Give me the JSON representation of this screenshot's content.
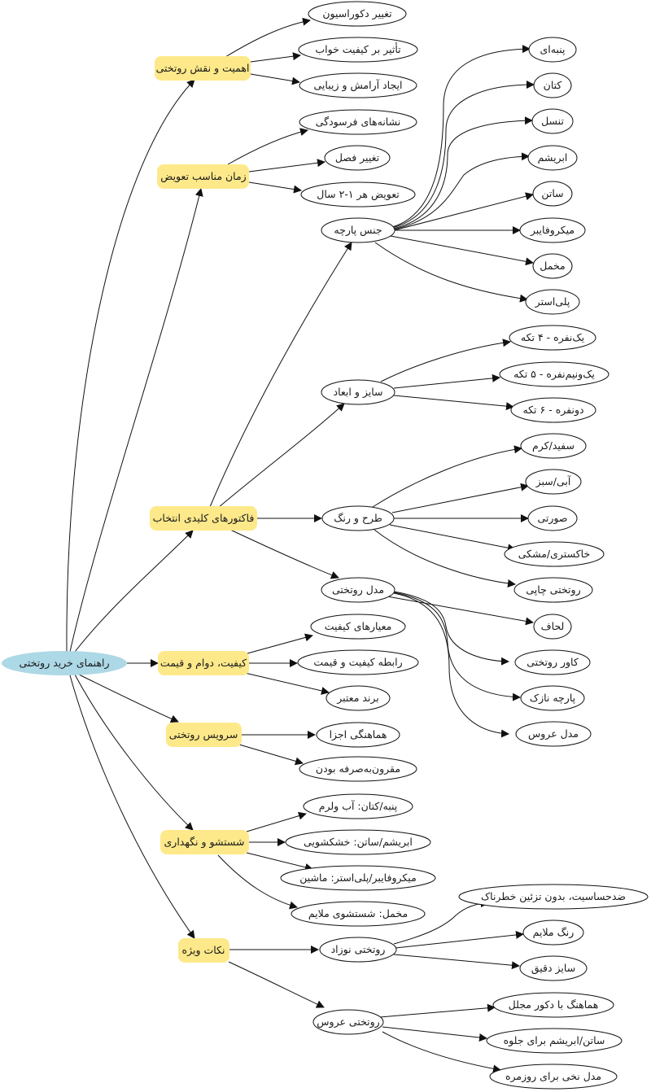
{
  "colors": {
    "root_fill": "#add8e6",
    "category_fill": "#fde98a",
    "leaf_fill": "#ffffff",
    "stroke": "#111111",
    "text": "#1a1a1a"
  },
  "root": {
    "label": "راهنمای خرید روتختی"
  },
  "categories": {
    "importance": {
      "label": "اهمیت و نقش روتختی"
    },
    "replace_time": {
      "label": "زمان مناسب تعویض"
    },
    "key_factors": {
      "label": "فاکتورهای کلیدی انتخاب"
    },
    "quality": {
      "label": "کیفیت، دوام و قیمت"
    },
    "service": {
      "label": "سرویس روتختی"
    },
    "washing": {
      "label": "شستشو و نگهداری"
    },
    "tips": {
      "label": "نکات ویژه"
    }
  },
  "nodes": {
    "decor_change": "تغییر دکوراسیون",
    "sleep_quality": "تأثیر بر کیفیت خواب",
    "calm_beauty": "ایجاد آرامش و زیبایی",
    "wear_signs": "نشانه‌های فرسودگی",
    "season_change": "تغییر فصل",
    "replace_1_2_years": "تعویض هر ۱-۲ سال",
    "fabric": "جنس پارچه",
    "cotton": "پنبه‌ای",
    "linen": "کتان",
    "tencel": "تنسل",
    "silk": "ابریشم",
    "satin": "ساتن",
    "microfiber": "میکروفایبر",
    "velvet": "مخمل",
    "polyester": "پلی‌استر",
    "size": "سایز و ابعاد",
    "single_4": "یک‌نفره - ۴ تکه",
    "one_half_5": "یک‌ونیم‌نفره - ۵ تکه",
    "double_6": "دونفره - ۶ تکه",
    "pattern_color": "طرح و رنگ",
    "white_cream": "سفید/کرم",
    "blue_green": "آبی/سبز",
    "pink": "صورتی",
    "gray_navy": "خاکستری/مشکی",
    "printed": "روتختی چاپی",
    "model": "مدل روتختی",
    "quilt": "لحاف",
    "cover": "کاور روتختی",
    "thin_fabric": "پارچه نازک",
    "bridal_model": "مدل عروس",
    "quality_criteria": "معیارهای کیفیت",
    "quality_price": "رابطه کیفیت و قیمت",
    "trusted_brand": "برند معتبر",
    "coordinated_parts": "هماهنگی اجزا",
    "cost_effective": "مقرون‌به‌صرفه بودن",
    "wash_cotton": "پنبه/کتان: آب ولرم",
    "wash_silk": "ابریشم/ساتن: خشکشویی",
    "wash_micro": "میکروفایبر/پلی‌استر: ماشین",
    "wash_velvet": "مخمل: شستشوی ملایم",
    "newborn": "روتختی نوزاد",
    "antiallergy": "ضدحساسیت، بدون تزئین خطرناک",
    "soft_color": "رنگ ملایم",
    "exact_size": "سایز دقیق",
    "bridal": "روتختی عروس",
    "match_decor": "هماهنگ با دکور مجلل",
    "satin_silk_show": "ساتن/ابریشم برای جلوه",
    "cotton_daily": "مدل نخی برای روزمره"
  }
}
